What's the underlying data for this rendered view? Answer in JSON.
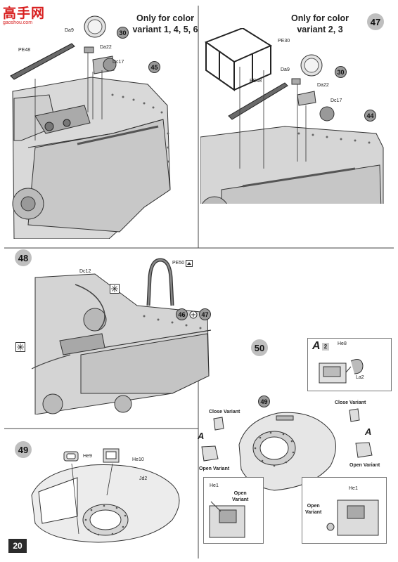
{
  "watermark": {
    "title": "高手网",
    "url": "gaoshou.com"
  },
  "step45": {
    "title_line1": "Only for color",
    "title_line2": "variant 1, 4, 5, 6",
    "parts": {
      "pe": "PE48",
      "da9": "Da9",
      "da22": "Da22",
      "dc17": "Dc17"
    },
    "refs": {
      "ref_a": "30",
      "ref_b": "45"
    }
  },
  "step47": {
    "number": "47",
    "title_line1": "Only for color",
    "title_line2": "variant 2, 3",
    "parts": {
      "pe30": "PE30",
      "pe48": "PE48",
      "da9": "Da9",
      "da22": "Da22",
      "dc17": "Dc17"
    },
    "refs": {
      "ref_a": "30",
      "ref_b": "44"
    }
  },
  "step48": {
    "number": "48",
    "parts": {
      "dc12": "Dc12",
      "pe50": "PE50"
    },
    "refs": {
      "ref_a": "46",
      "ref_b": "47"
    }
  },
  "step50": {
    "number": "50",
    "inset": {
      "letter": "A",
      "multiplier": "2",
      "he8": "He8",
      "la2": "La2"
    },
    "ref": "49",
    "close_variant_left": "Close Variant",
    "close_variant_right": "Close Variant",
    "open_variant_left": "Open Variant",
    "open_variant_right": "Open Variant",
    "letter_left": "A",
    "letter_right": "A",
    "detail_left": {
      "part": "He1",
      "label_line1": "Open",
      "label_line2": "Variant"
    },
    "detail_right": {
      "part": "He1",
      "label_line1": "Open",
      "label_line2": "Variant"
    }
  },
  "step49": {
    "number": "49",
    "parts": {
      "he9": "He9",
      "he10": "He10",
      "jd2": "Jd2"
    }
  },
  "page_number": "20"
}
